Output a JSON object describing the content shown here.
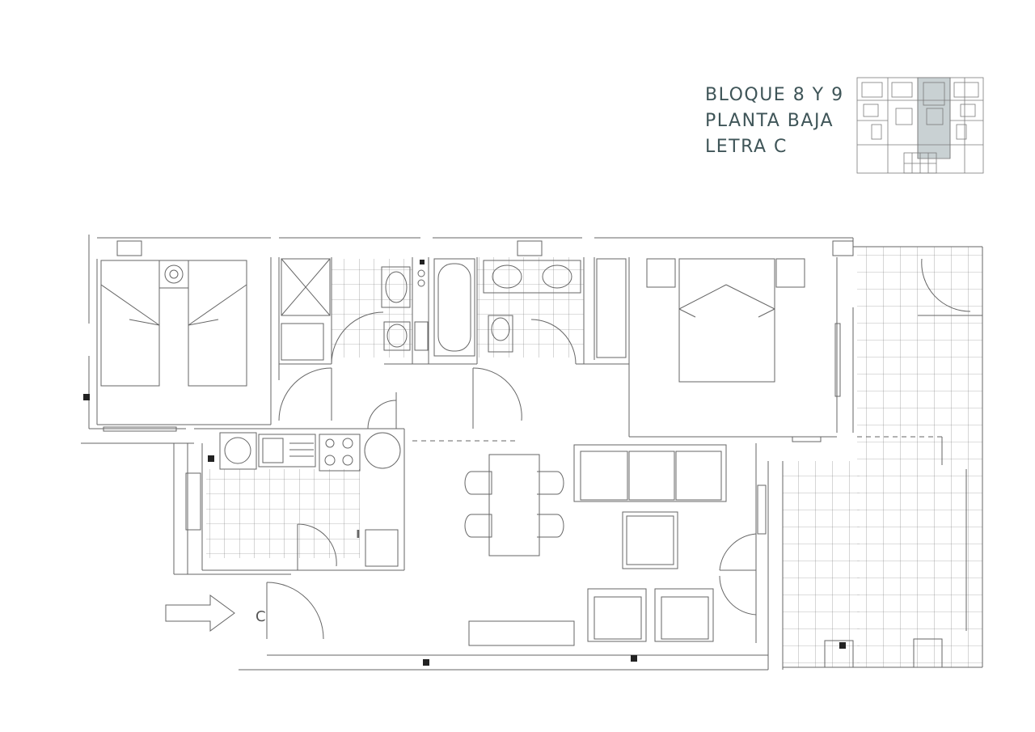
{
  "title": {
    "line1": "BLOQUE 8 Y 9",
    "line2": "PLANTA BAJA",
    "line3": "LETRA C"
  },
  "entrance_label": "C",
  "colors": {
    "title": "#3f5558",
    "lines": "#666666",
    "keyplan_highlight": "#c9d1d3"
  }
}
